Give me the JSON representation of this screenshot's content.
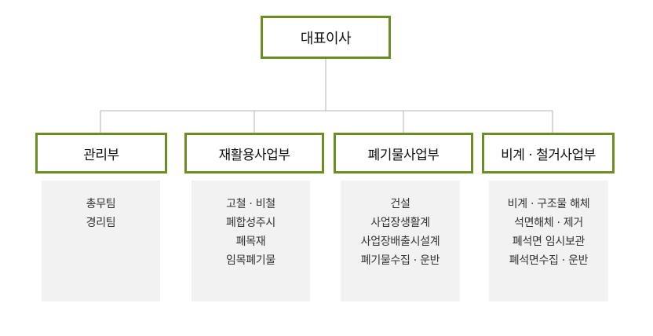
{
  "root": {
    "label": "대표이사"
  },
  "departments": [
    {
      "label": "관리부",
      "items": [
        "총무팀",
        "경리팀"
      ]
    },
    {
      "label": "재활용사업부",
      "items": [
        "고철 · 비철",
        "폐합성주시",
        "폐목재",
        "임목폐기물"
      ]
    },
    {
      "label": "폐기물사업부",
      "items": [
        "건설",
        "사업장생활계",
        "사업장배출시설계",
        "폐기물수집 · 운반"
      ]
    },
    {
      "label": "비계 · 철거사업부",
      "items": [
        "비계 · 구조물 해체",
        "석면해체 · 제거",
        "폐석면 임시보관",
        "폐석면수집 · 운반"
      ]
    }
  ],
  "colors": {
    "accent": "#6b8e23",
    "connector": "#b3b3b3",
    "box_bg": "#f2f2f2"
  }
}
